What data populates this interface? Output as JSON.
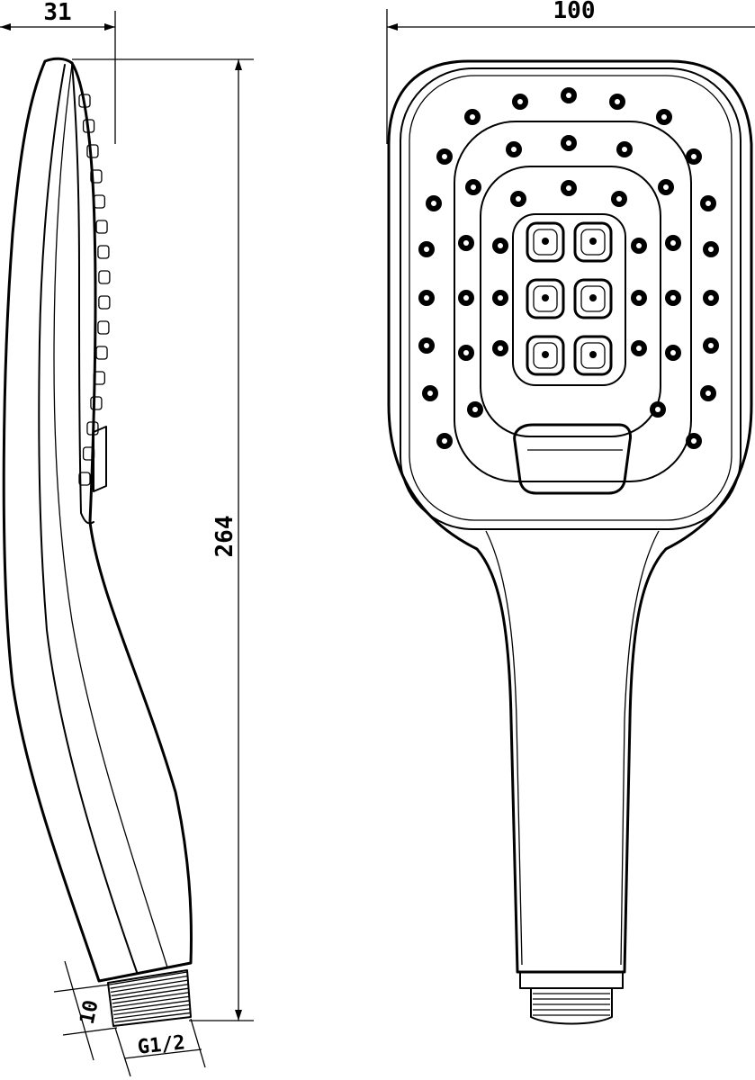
{
  "dimensions": {
    "side_depth": "31",
    "front_width": "100",
    "total_length": "264",
    "thread_length": "10",
    "thread_size": "G1/2"
  },
  "colors": {
    "line": "#000000",
    "background": "#ffffff"
  }
}
